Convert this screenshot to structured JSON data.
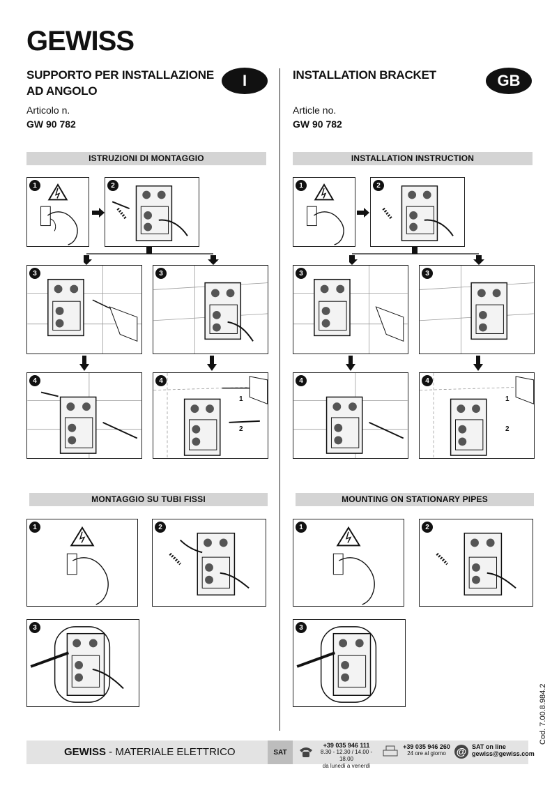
{
  "logo_text": "GEWISS",
  "left": {
    "title_line1": "SUPPORTO PER INSTALLAZIONE",
    "title_line2": "AD ANGOLO",
    "badge": "I",
    "article_label": "Articolo n.",
    "article_code": "GW 90 782",
    "section1": "ISTRUZIONI DI MONTAGGIO",
    "section2": "MONTAGGIO SU TUBI FISSI"
  },
  "right": {
    "title_line1": "INSTALLATION BRACKET",
    "badge": "GB",
    "article_label": "Article no.",
    "article_code": "GW 90 782",
    "section1": "INSTALLATION INSTRUCTION",
    "section2": "MOUNTING ON STATIONARY PIPES"
  },
  "steps": {
    "s1": "1",
    "s2": "2",
    "s3": "3",
    "s4": "4"
  },
  "drill_labels": {
    "a": "1",
    "b": "2"
  },
  "footer": {
    "brand": "GEWISS",
    "brand_suffix": " - MATERIALE ELETTRICO",
    "sat": "SAT",
    "phone1": "+39 035 946 111",
    "phone1_hours": "8.30 - 12.30 / 14.00 - 18.00",
    "phone1_days": "da lunedì a venerdì",
    "phone2": "+39 035 946 260",
    "phone2_note": "24 ore al giorno",
    "online_label": "SAT on line",
    "online_email": "gewiss@gewiss.com",
    "at_icon": "@"
  },
  "doc_code": "Cod. 7.00.8.984.2"
}
